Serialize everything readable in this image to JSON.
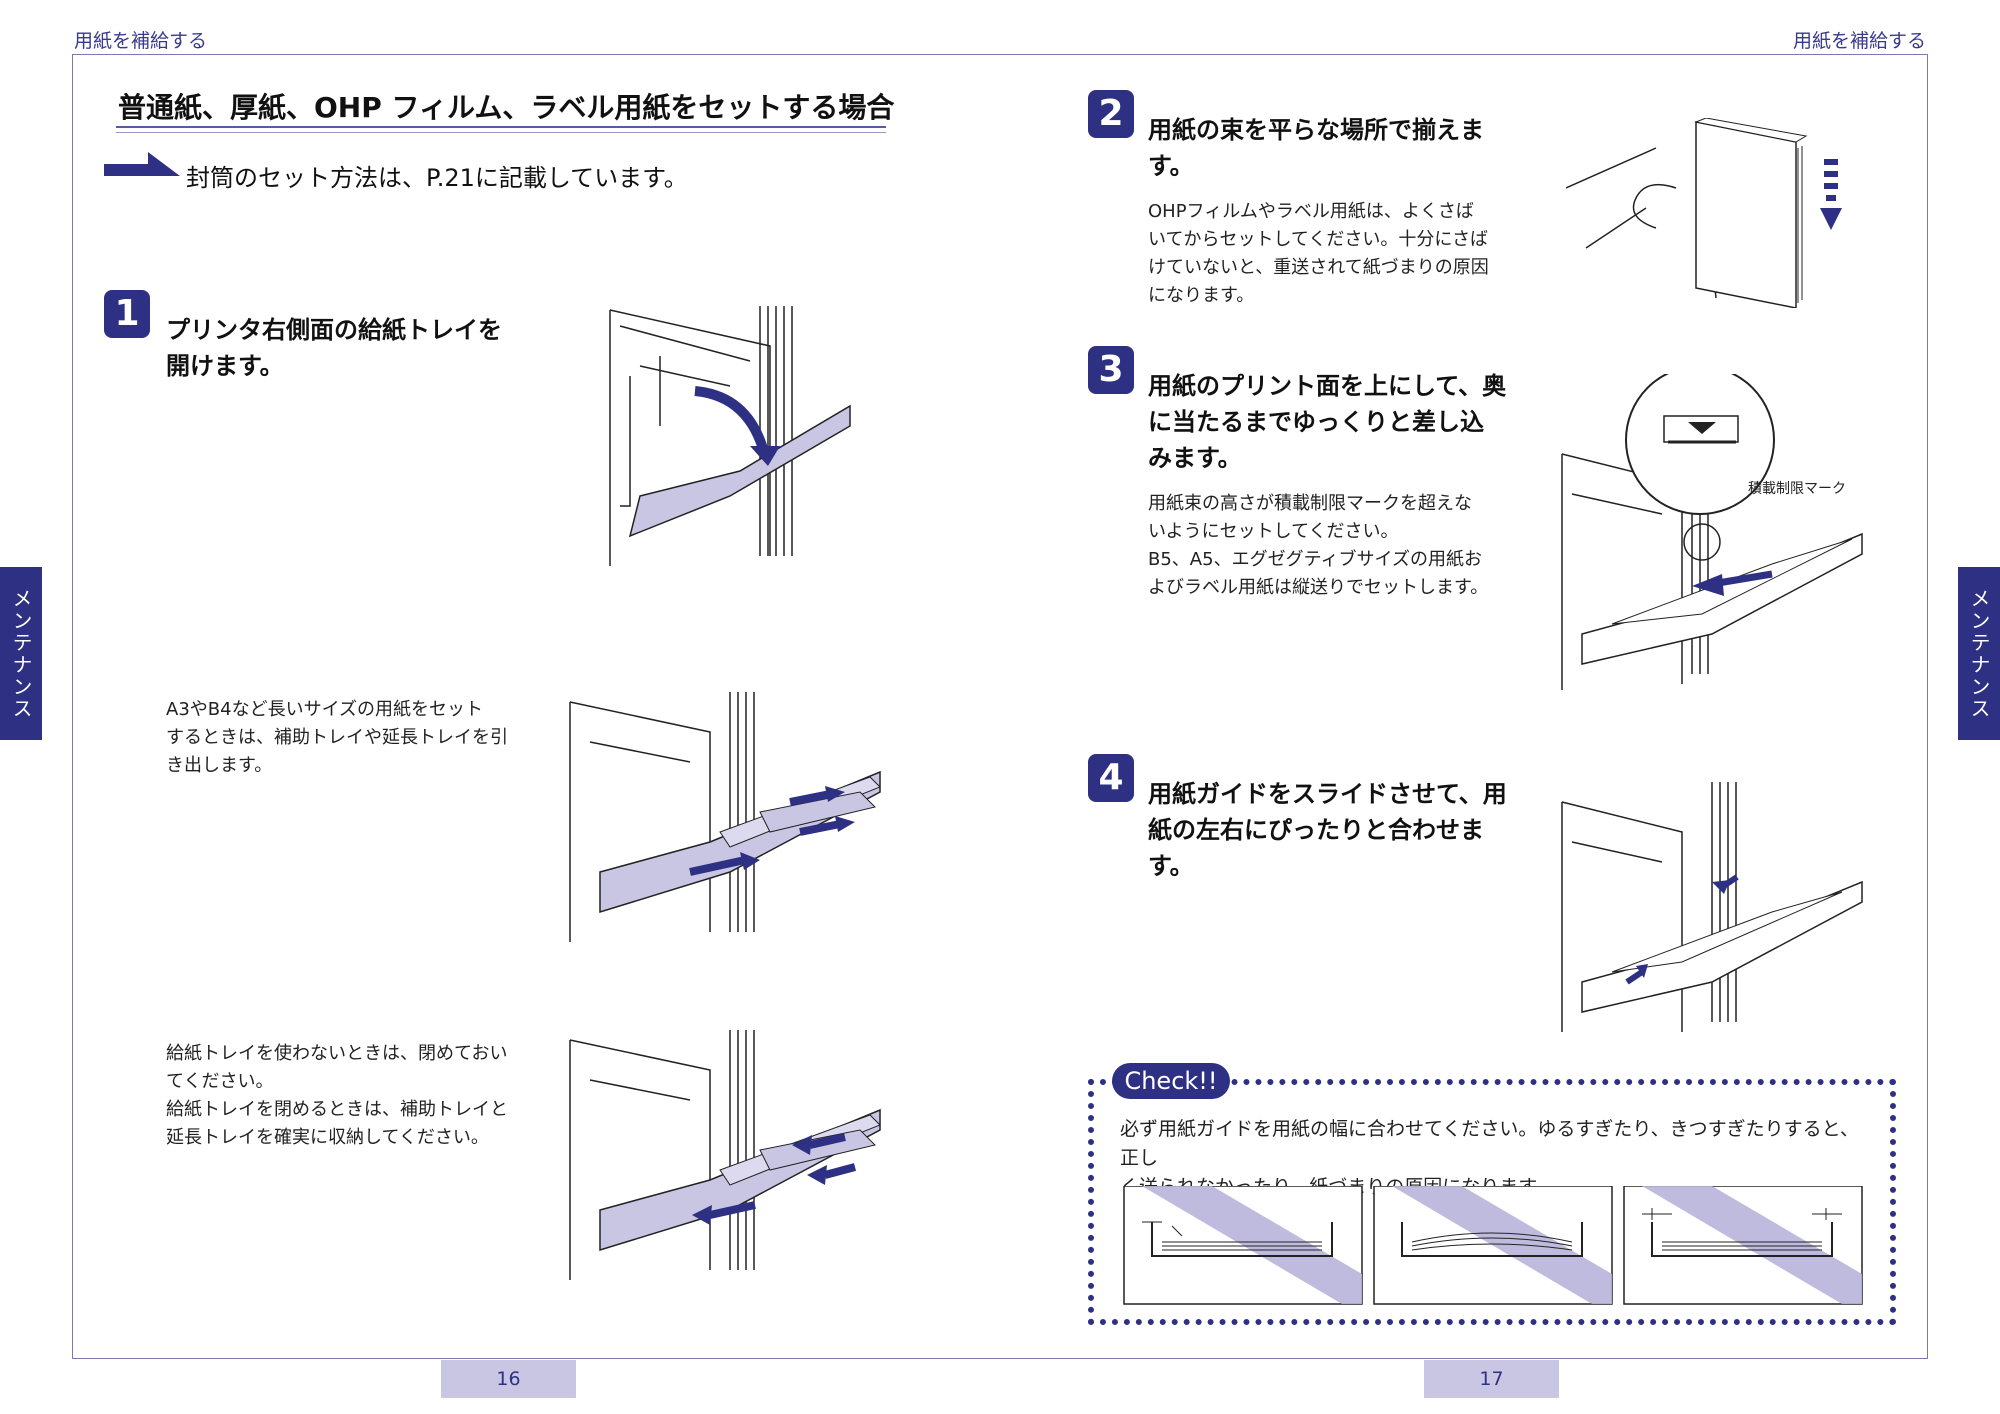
{
  "header": {
    "left": "用紙を補給する",
    "right": "用紙を補給する"
  },
  "side_tabs": {
    "left": "メンテナンス",
    "right": "メンテナンス"
  },
  "left_page": {
    "title": "普通紙、厚紙、OHP フィルム、ラベル用紙をセットする場合",
    "ref_note": "封筒のセット方法は、P.21に記載しています。",
    "step1": {
      "number": "1",
      "line1": "プリンタ右側面の給紙トレイを",
      "line2": "開けます。"
    },
    "note_a3": [
      "A3やB4など長いサイズの用紙をセット",
      "するときは、補助トレイや延長トレイを引",
      "き出します。"
    ],
    "note_close": [
      "給紙トレイを使わないときは、閉めておい",
      "てください。",
      "給紙トレイを閉めるときは、補助トレイと",
      "延長トレイを確実に収納してください。"
    ],
    "page_number": "16"
  },
  "right_page": {
    "step2": {
      "number": "2",
      "line1": "用紙の束を平らな場所で揃えま",
      "line2": "す。",
      "body": [
        "OHPフィルムやラベル用紙は、よくさば",
        "いてからセットしてください。十分にさば",
        "けていないと、重送されて紙づまりの原因",
        "になります。"
      ]
    },
    "step3": {
      "number": "3",
      "line1": "用紙のプリント面を上にして、奥",
      "line2": "に当たるまでゆっくりと差し込",
      "line3": "みます。",
      "body": [
        "用紙束の高さが積載制限マークを超えな",
        "いようにセットしてください。",
        "B5、A5、エグゼグティブサイズの用紙お",
        "よびラベル用紙は縦送りでセットします。"
      ],
      "callout_label": "積載制限マーク"
    },
    "step4": {
      "number": "4",
      "line1": "用紙ガイドをスライドさせて、用",
      "line2": "紙の左右にぴったりと合わせま",
      "line3": "す。"
    },
    "check": {
      "label": "Check!!",
      "line1": "必ず用紙ガイドを用紙の幅に合わせてください。ゆるすぎたり、きつすぎたりすると、正し",
      "line2": "く送られなかったり、紙づまりの原因になります。"
    },
    "page_number": "17"
  },
  "colors": {
    "accent": "#2e3183",
    "tray_fill": "#c9c6e3",
    "tab_bg": "#2e3183"
  }
}
